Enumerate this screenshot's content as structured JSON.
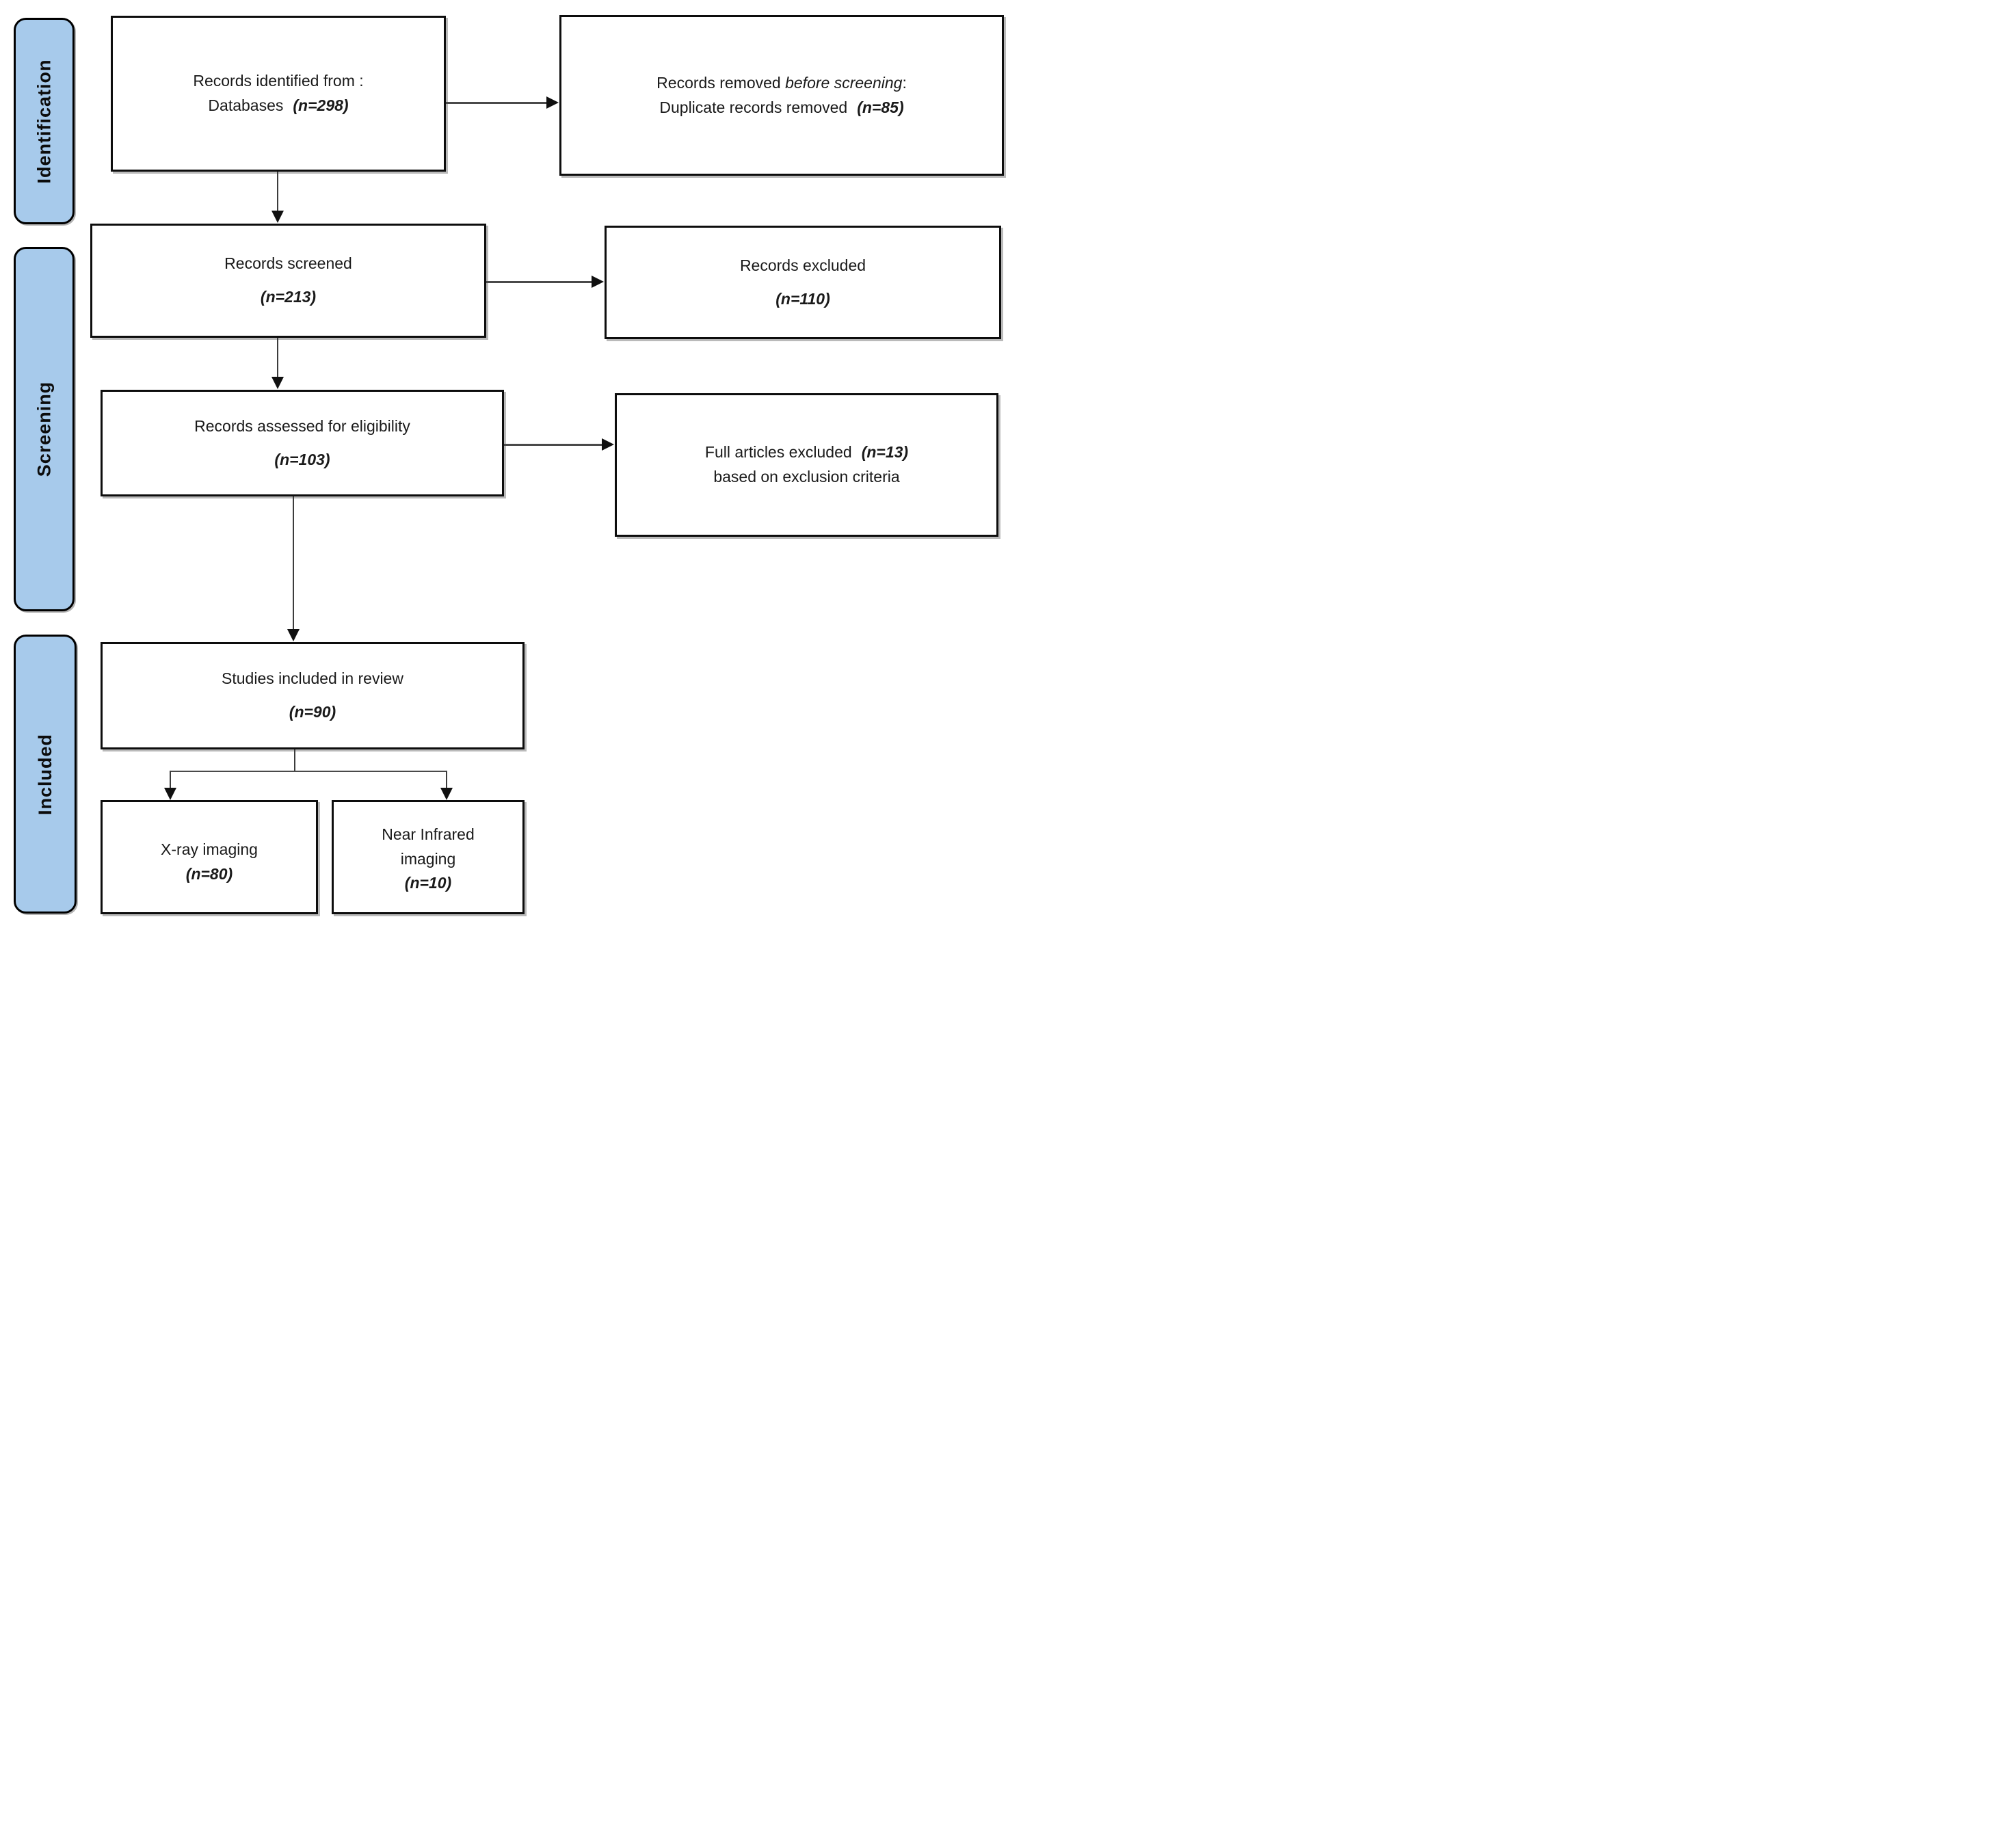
{
  "diagram": {
    "type": "PRISMA flow diagram",
    "stages": [
      {
        "label": "Identification"
      },
      {
        "label": "Screening"
      },
      {
        "label": "Included"
      }
    ],
    "nodes": {
      "identified": {
        "line1": "Records identified from :",
        "line2": "Databases",
        "n": "(n=298)"
      },
      "removed": {
        "line1_pre": "Records removed ",
        "line1_italic": "before screening",
        "line1_post": ":",
        "line2": "Duplicate records removed",
        "n": "(n=85)"
      },
      "screened": {
        "line1": "Records screened",
        "n": "(n=213)"
      },
      "excluded": {
        "line1": "Records excluded",
        "n": "(n=110)"
      },
      "assessed": {
        "line1": "Records assessed for eligibility",
        "n": "(n=103)"
      },
      "full_excluded": {
        "line1": "Full articles excluded",
        "n": "(n=13)",
        "line2": "based on exclusion criteria"
      },
      "included_review": {
        "line1": "Studies included in review",
        "n": "(n=90)"
      },
      "xray": {
        "line1": "X-ray imaging",
        "n": "(n=80)"
      },
      "nir": {
        "line1": "Near Infrared",
        "line2": "imaging",
        "n": "(n=10)"
      }
    },
    "colors": {
      "stage_fill": "#A7CAEB",
      "stage_border": "#000000",
      "box_border": "#0d0d0d",
      "arrow": "#3c3c3c",
      "text": "#1a1a1a"
    }
  }
}
